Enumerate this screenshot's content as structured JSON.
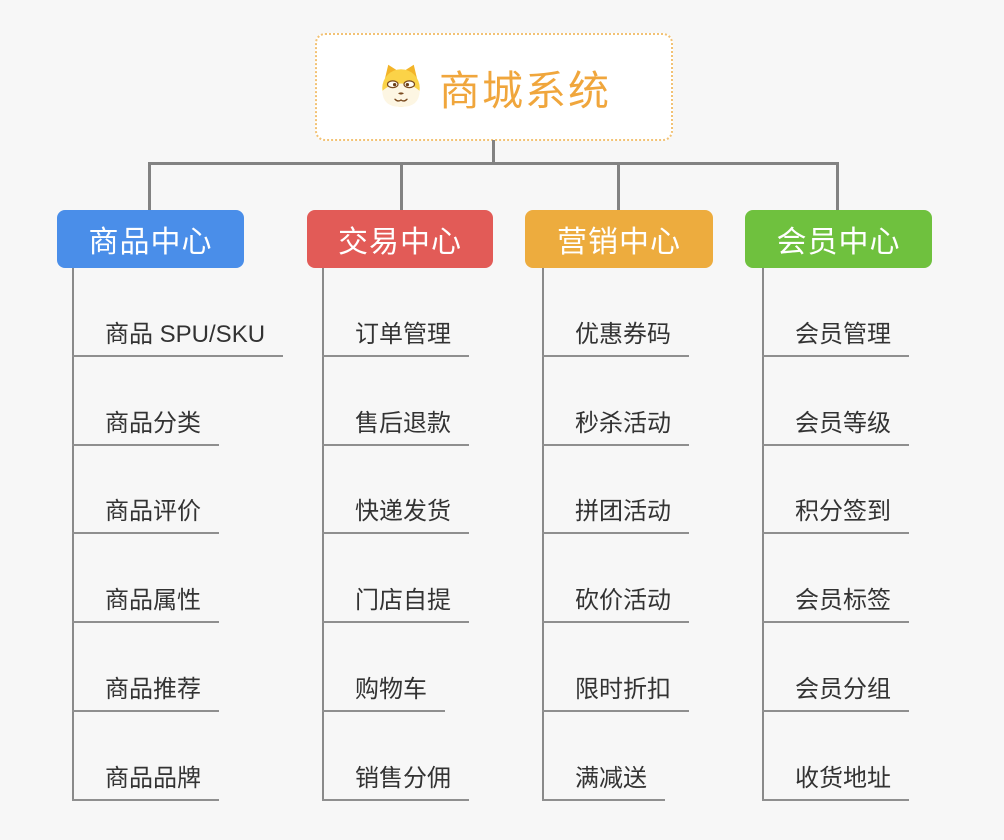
{
  "root": {
    "title": "商城系统",
    "title_color": "#f0a63c",
    "border_color": "#f2c275",
    "icon": "shiba-dog-icon"
  },
  "colors": {
    "background": "#f7f7f7",
    "connector_line": "#828282",
    "underline": "#8f8f8f",
    "topic_text": "#333333"
  },
  "branches": [
    {
      "label": "商品中心",
      "color": "#4a8ee9",
      "items": [
        "商品 SPU/SKU",
        "商品分类",
        "商品评价",
        "商品属性",
        "商品推荐",
        "商品品牌"
      ]
    },
    {
      "label": "交易中心",
      "color": "#e25b57",
      "items": [
        "订单管理",
        "售后退款",
        "快递发货",
        "门店自提",
        "购物车",
        "销售分佣"
      ]
    },
    {
      "label": "营销中心",
      "color": "#edac3e",
      "items": [
        "优惠券码",
        "秒杀活动",
        "拼团活动",
        "砍价活动",
        "限时折扣",
        "满减送"
      ]
    },
    {
      "label": "会员中心",
      "color": "#6fc13e",
      "items": [
        "会员管理",
        "会员等级",
        "积分签到",
        "会员标签",
        "会员分组",
        "收货地址"
      ]
    }
  ]
}
